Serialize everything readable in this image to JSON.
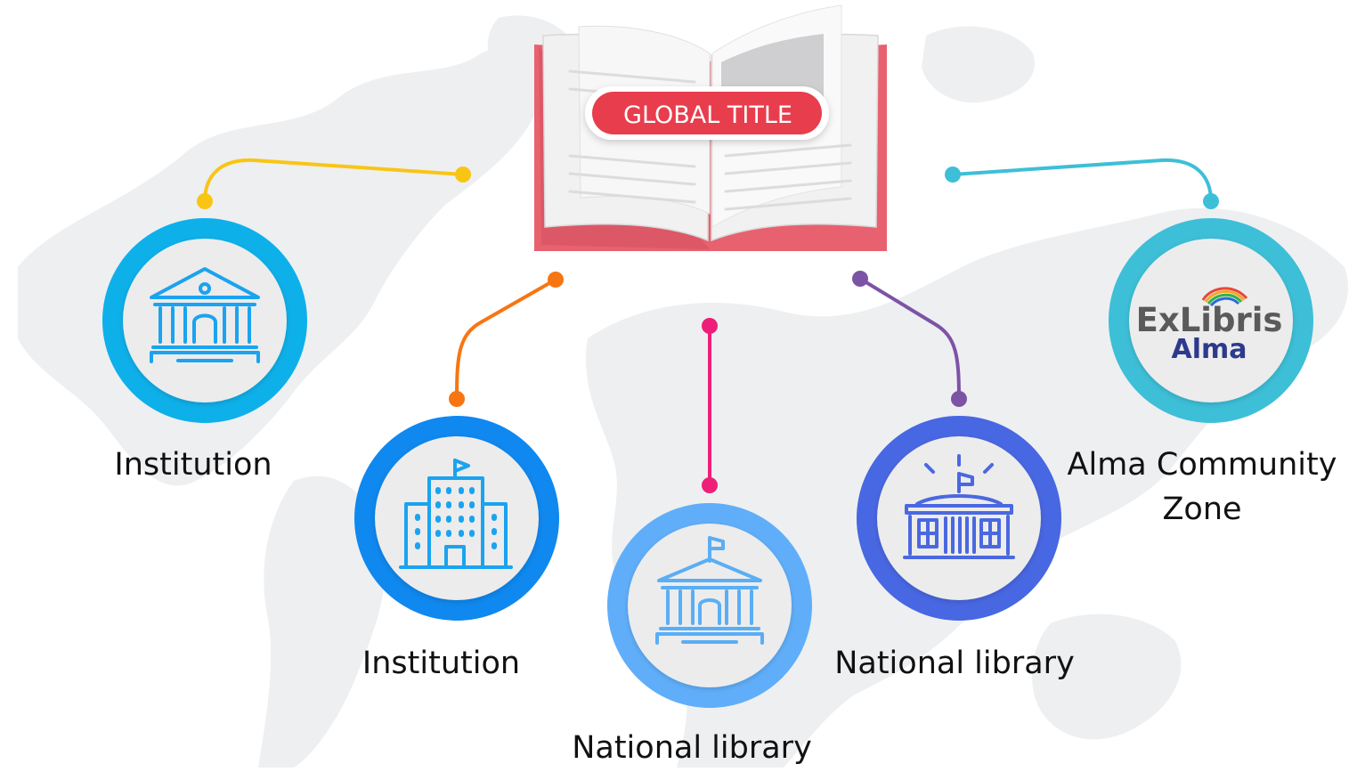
{
  "title_badge": "GLOBAL TITLE",
  "nodes": [
    {
      "label": "Institution",
      "icon": "institution-building-icon",
      "ring_color": "#0eb0ea",
      "line_color": "#f9c515"
    },
    {
      "label": "Institution",
      "icon": "office-building-flag-icon",
      "ring_color": "#0f88ef",
      "line_color": "#f77612"
    },
    {
      "label": "National library",
      "icon": "national-library-flag-icon",
      "ring_color": "#60aef9",
      "line_color": "#ee1f79"
    },
    {
      "label": "National library",
      "icon": "capitol-building-icon",
      "ring_color": "#4867e2",
      "line_color": "#7d53a6"
    },
    {
      "label": "Alma Community Zone",
      "icon": "exlibris-alma-logo",
      "ring_color": "#3dbfd7",
      "line_color": "#3dbfd7"
    }
  ],
  "logo": {
    "line1": "ExLibris",
    "line2": "Alma"
  },
  "colors": {
    "book_cover": "#e8616f",
    "badge": "#e83c4e",
    "map": "#eeeff1",
    "icon_stroke": "#1aa3f0"
  }
}
